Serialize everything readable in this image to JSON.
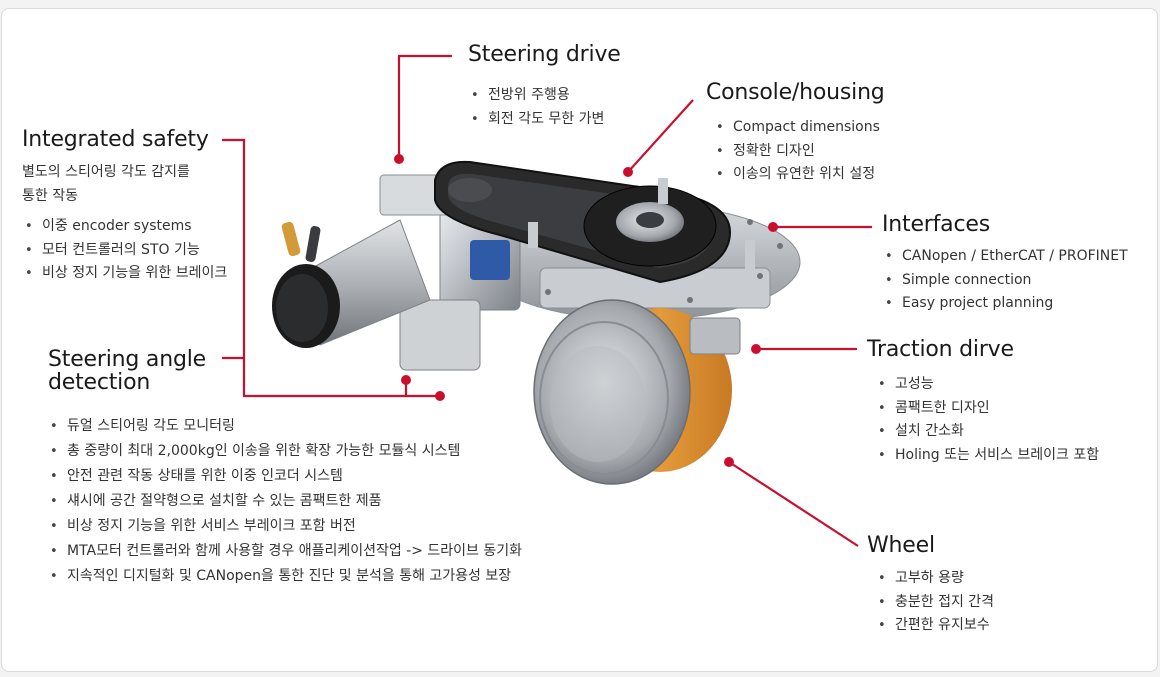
{
  "sections": {
    "steering_drive": {
      "title": "Steering drive",
      "items": [
        "전방위 주행용",
        "회전 각도 무한 가변"
      ]
    },
    "console_housing": {
      "title": "Console/housing",
      "items": [
        "Compact dimensions",
        "정확한 디자인",
        "이송의 유연한 위치 설정"
      ]
    },
    "integrated_safety": {
      "title": "Integrated safety",
      "description": [
        "별도의 스티어링 각도 감지를",
        "통한 작동"
      ],
      "items": [
        "이중 encoder systems",
        "모터 컨트롤러의 STO 기능",
        "비상 정지 기능을 위한 브레이크"
      ]
    },
    "interfaces": {
      "title": "Interfaces",
      "items": [
        "CANopen / EtherCAT / PROFINET",
        "Simple connection",
        "Easy project planning"
      ]
    },
    "traction_drive": {
      "title": "Traction dirve",
      "items": [
        "고성능",
        "콤팩트한 디자인",
        "설치 간소화",
        "Holing 또는 서비스 브레이크 포함"
      ]
    },
    "steering_angle_detection": {
      "title_line1": "Steering angle",
      "title_line2": "detection",
      "items": [
        "듀얼 스티어링 각도 모니터링",
        "총 중량이 최대 2,000kg인 이송을 위한 확장 가능한 모듈식 시스템",
        "안전 관련 작동 상태를 위한 이중 인코더 시스템",
        "섀시에 공간 절약형으로 설치할 수 있는 콤팩트한 제품",
        "비상 정지 기능을 위한 서비스 부레이크 포함 버전",
        "MTA모터 컨트롤러와 함께 사용할 경우 애플리케이션작업 -> 드라이브 동기화",
        "지속적인 디지털화 및 CANopen을 통한 진단 및 분석을 통해 고가용성 보장"
      ]
    },
    "wheel": {
      "title": "Wheel",
      "items": [
        "고부하 용량",
        "충분한 접지 간격",
        "간편한 유지보수"
      ]
    }
  },
  "colors": {
    "callout_line": "#c8102e",
    "wheel_orange": "#d9892a",
    "metal": "#b9bcc0"
  }
}
